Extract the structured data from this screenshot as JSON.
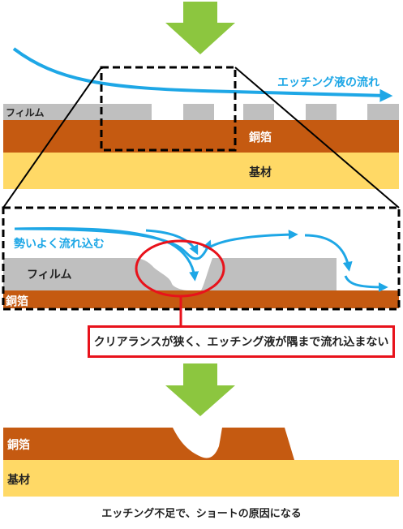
{
  "labels": {
    "film_top": "フィルム",
    "copper_top": "銅箔",
    "substrate_top": "基材",
    "etchant_flow": "エッチング液の流れ",
    "strong_flow": "勢いよく流れ込む",
    "film_zoom": "フィルム",
    "copper_zoom": "銅箔",
    "callout": "クリアランスが狭く、エッチング液が隅まで流れ込まない",
    "copper_bottom": "銅箔",
    "substrate_bottom": "基材",
    "caption": "エッチング不足で、ショートの原因になる"
  },
  "colors": {
    "arrow_green": "#8cc63f",
    "flow_blue": "#1ea7e6",
    "film_gray": "#bfbfbf",
    "copper": "#c55a11",
    "substrate": "#ffd966",
    "highlight_red": "#e8121b"
  }
}
